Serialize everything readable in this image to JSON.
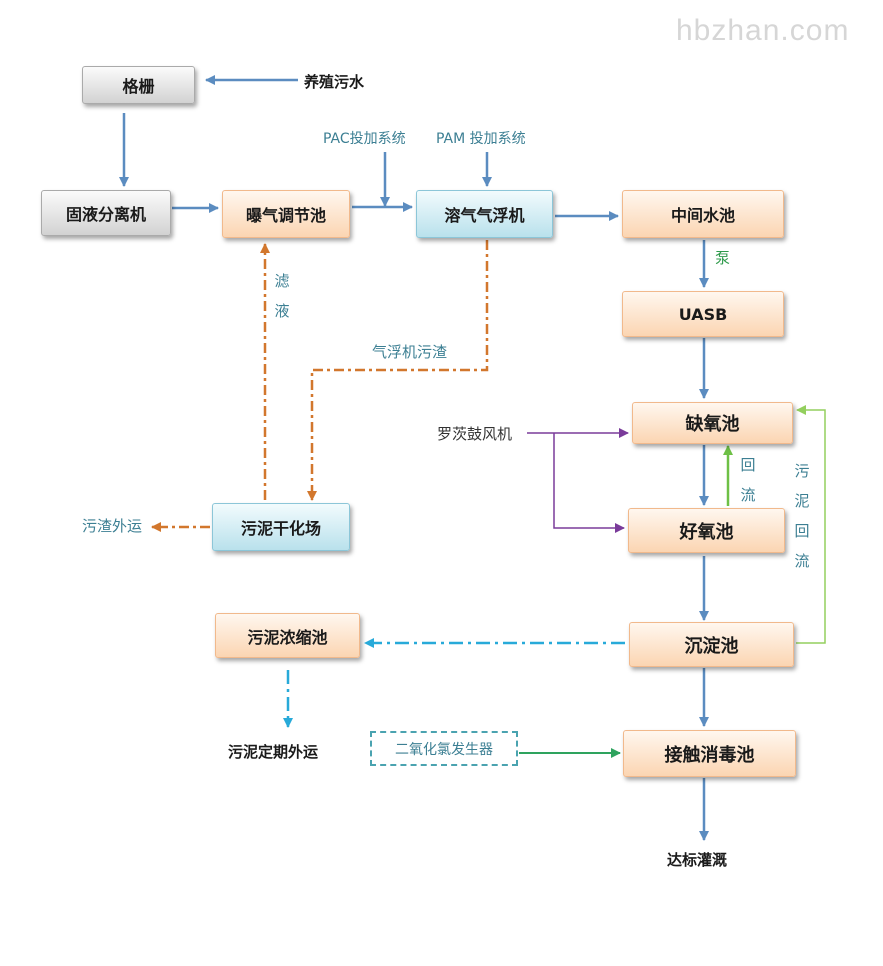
{
  "watermark": "hbzhan.com",
  "boxes": {
    "grille": "格栅",
    "solid_liquid_separator": "固液分离机",
    "aeration_tank": "曝气调节池",
    "daf": "溶气气浮机",
    "intermediate_tank": "中间水池",
    "uasb": "UASB",
    "anoxic_tank": "缺氧池",
    "aerobic_tank": "好氧池",
    "sedimentation_tank": "沉淀池",
    "disinfection_tank": "接触消毒池",
    "sludge_drying": "污泥干化场",
    "sludge_thickener": "污泥浓缩池",
    "chlorine_dioxide_generator": "二氧化氯发生器"
  },
  "labels": {
    "influent": "养殖污水",
    "pac": "PAC投加系统",
    "pam": "PAM 投加系统",
    "pump": "泵",
    "filtrate": "滤液",
    "scum": "气浮机污渣",
    "roots_blower": "罗茨鼓风机",
    "return_flow": "回流",
    "sludge_return": "污泥回流",
    "residue_out": "污渣外运",
    "sludge_out": "污泥定期外运",
    "discharge": "达标灌溉"
  },
  "colors": {
    "main_flow": "#5b8cc0",
    "sludge_line": "#d2772d",
    "blower_line": "#7a3b9a",
    "return_line_light": "#93cf5e",
    "return_line": "#6ec046",
    "thickener_line": "#28aad9",
    "chlorine_line": "#2ea35e",
    "label_teal": "#3c7f93"
  }
}
